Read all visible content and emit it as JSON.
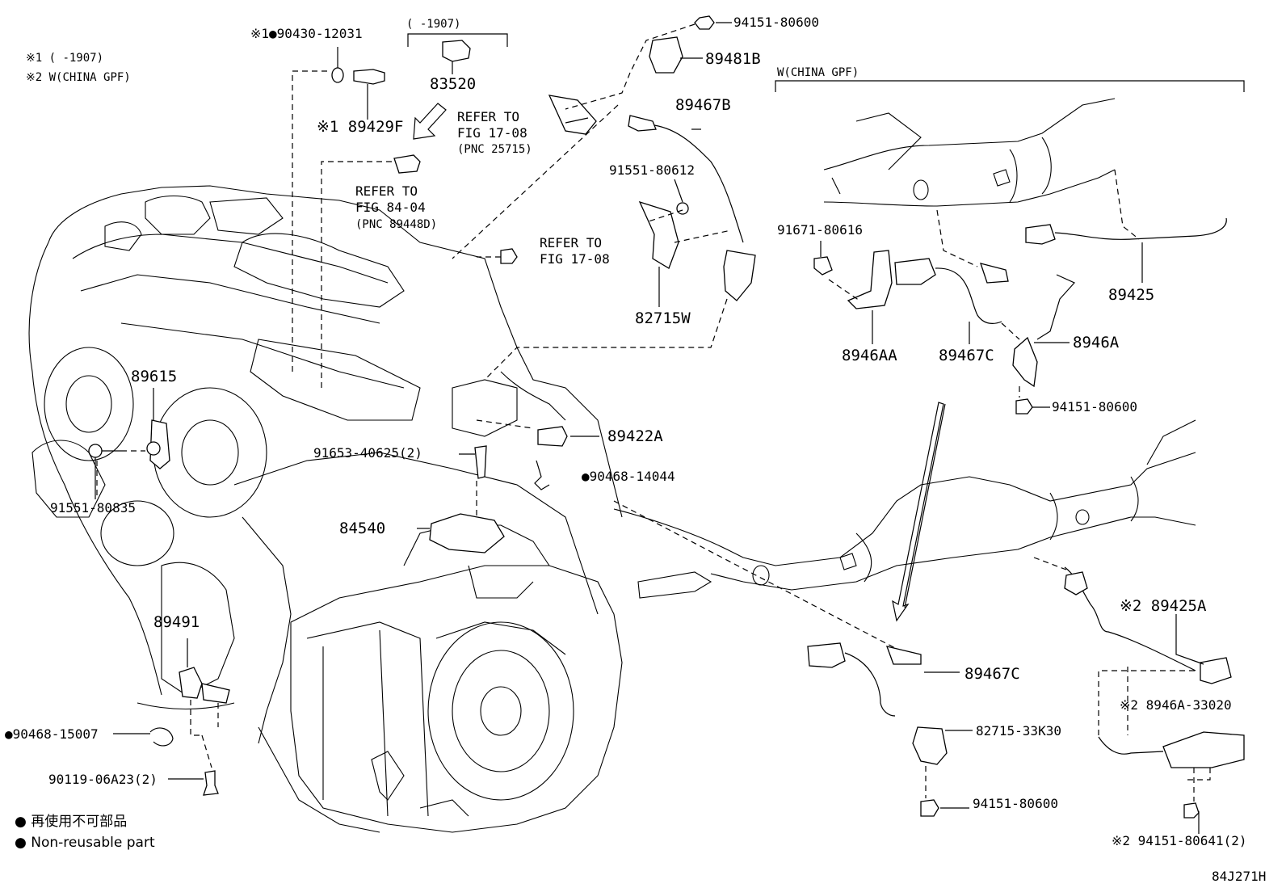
{
  "notes": {
    "note1": "※1 (     -1907)",
    "note2": "※2 W(CHINA GPF)"
  },
  "bracket_labels": {
    "top_range": "(     -1907)",
    "china_gpf": "W(CHINA GPF)"
  },
  "parts": {
    "p90430": "※1●90430-12031",
    "p89429F": "※1 89429F",
    "p83520": "83520",
    "p94151_top": "94151-80600",
    "p89481B": "89481B",
    "p89467B": "89467B",
    "p91551_80612": "91551-80612",
    "p82715W": "82715W",
    "p91671": "91671-80616",
    "p8946AA": "8946AA",
    "p89467C_top": "89467C",
    "p8946A": "8946A",
    "p89425": "89425",
    "p94151_mid": "94151-80600",
    "p89615": "89615",
    "p91551_80835": "91551-80835",
    "p91653": "91653-40625(2)",
    "p89422A": "89422A",
    "p90468_14044": "●90468-14044",
    "p84540": "84540",
    "p89491": "89491",
    "p90468_15007": "●90468-15007",
    "p90119": "90119-06A23(2)",
    "p89425A": "※2 89425A",
    "p89467C_bot": "89467C",
    "p82715_33K30": "82715-33K30",
    "p8946A_33020": "※2 8946A-33020",
    "p94151_bot": "94151-80600",
    "p94151_80641": "※2 94151-80641(2)"
  },
  "refs": {
    "ref1_l1": "REFER TO",
    "ref1_l2": "FIG 17-08",
    "ref1_l3": "(PNC 25715)",
    "ref2_l1": "REFER TO",
    "ref2_l2": "FIG 84-04",
    "ref2_l3": "(PNC 89448D)",
    "ref3_l1": "REFER TO",
    "ref3_l2": "FIG 17-08"
  },
  "legend": {
    "line1": "● 再使用不可部品",
    "line2": "● Non-reusable part"
  },
  "diagram_id": "84J271H"
}
